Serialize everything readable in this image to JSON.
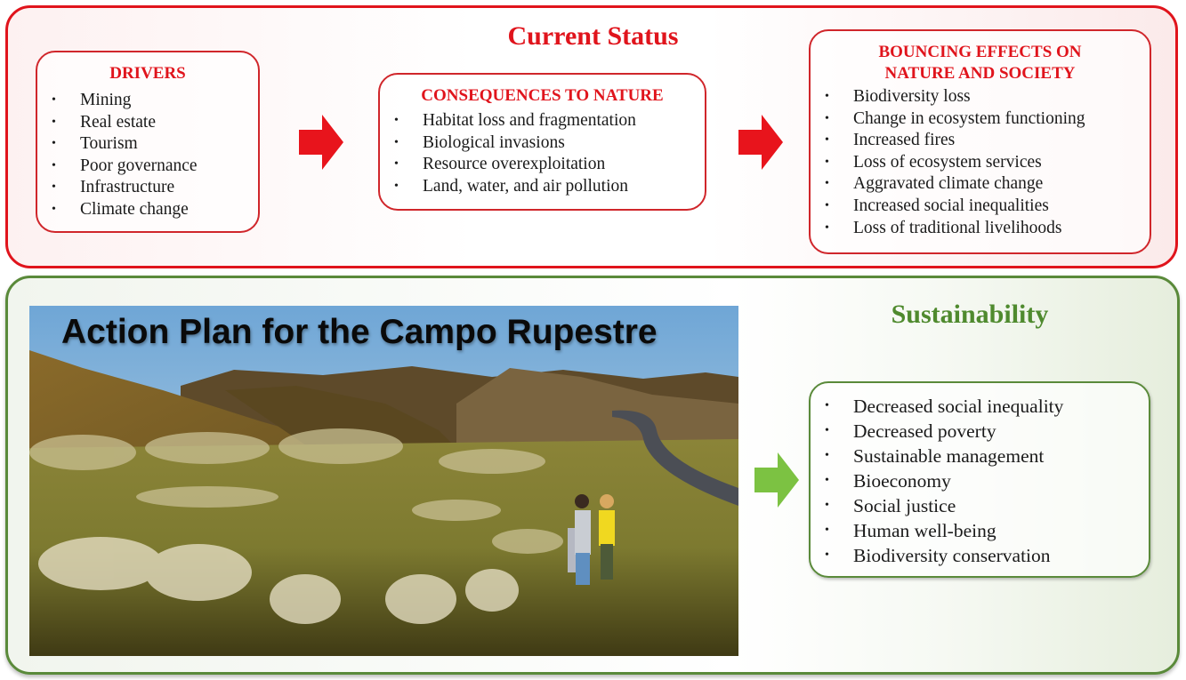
{
  "current_status": {
    "title": "Current Status",
    "drivers": {
      "heading": "DRIVERS",
      "items": [
        "Mining",
        "Real estate",
        "Tourism",
        "Poor governance",
        "Infrastructure",
        "Climate change"
      ]
    },
    "consequences": {
      "heading": "CONSEQUENCES TO NATURE",
      "items": [
        "Habitat loss and fragmentation",
        "Biological invasions",
        "Resource overexploitation",
        "Land, water, and air pollution"
      ]
    },
    "bouncing_effects": {
      "heading_line1": "BOUNCING EFFECTS ON",
      "heading_line2": "NATURE AND SOCIETY",
      "items": [
        "Biodiversity loss",
        "Change in ecosystem functioning",
        "Increased fires",
        "Loss of ecosystem services",
        "Aggravated climate change",
        "Increased social inequalities",
        "Loss of traditional livelihoods"
      ]
    },
    "colors": {
      "accent": "#e0141c",
      "border": "#d0262b"
    }
  },
  "action_plan": {
    "photo_title": "Action Plan for the Campo Rupestre",
    "photo_description": "Campo rupestre landscape with mountains, a road, flowering shrubs and two tourists"
  },
  "sustainability": {
    "title": "Sustainability",
    "items": [
      "Decreased social inequality",
      "Decreased poverty",
      "Sustainable management",
      "Bioeconomy",
      "Social justice",
      "Human well-being",
      "Biodiversity conservation"
    ],
    "colors": {
      "accent": "#4f8a2e",
      "arrow": "#7cc242",
      "border": "#5a8a3a"
    }
  }
}
